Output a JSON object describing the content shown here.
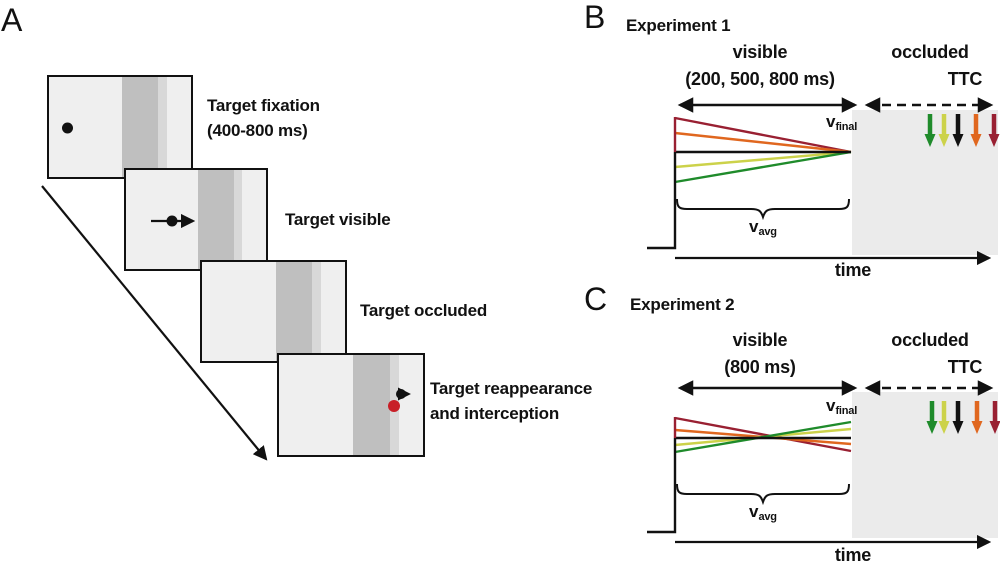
{
  "figure": {
    "panel_a": {
      "letter": "A",
      "labels": {
        "fixation_line1": "Target fixation",
        "fixation_line2": "(400-800 ms)",
        "visible": "Target visible",
        "occluded": "Target occluded",
        "reappearance_line1": "Target reappearance",
        "reappearance_line2": "and interception"
      }
    },
    "panel_b": {
      "letter": "B",
      "title": "Experiment 1",
      "visible_label": "visible",
      "visible_durations": "(200, 500, 800 ms)",
      "occluded_label": "occluded",
      "ttc_label": "TTC",
      "v_final_base": "v",
      "v_final_sub": "final",
      "v_avg_base": "v",
      "v_avg_sub": "avg",
      "time_label": "time"
    },
    "panel_c": {
      "letter": "C",
      "title": "Experiment 2",
      "visible_label": "visible",
      "visible_durations": "(800 ms)",
      "occluded_label": "occluded",
      "ttc_label": "TTC",
      "v_final_base": "v",
      "v_final_sub": "final",
      "v_avg_base": "v",
      "v_avg_sub": "avg",
      "time_label": "time"
    }
  },
  "colors": {
    "ink": "#111111",
    "dark_red": "#992032",
    "orange": "#e0671f",
    "black": "#111111",
    "yellow": "#ccd24a",
    "green": "#1f8b2b",
    "red_target": "#c81f27",
    "screen_fill": "#efefef",
    "occluder_band": "#bfbfbf",
    "occluder_strip": "#d8d8d8",
    "occluded_region": "#ebebeb"
  },
  "diagram": {
    "exp1_line_order_top_to_bottom": [
      "dark_red",
      "orange",
      "black",
      "yellow",
      "green"
    ],
    "exp2_line_order_top_to_bottom_at_start": [
      "dark_red",
      "orange",
      "black",
      "yellow",
      "green"
    ],
    "ttc_arrows_left_to_right": [
      "green",
      "yellow",
      "black",
      "orange",
      "dark_red"
    ]
  }
}
